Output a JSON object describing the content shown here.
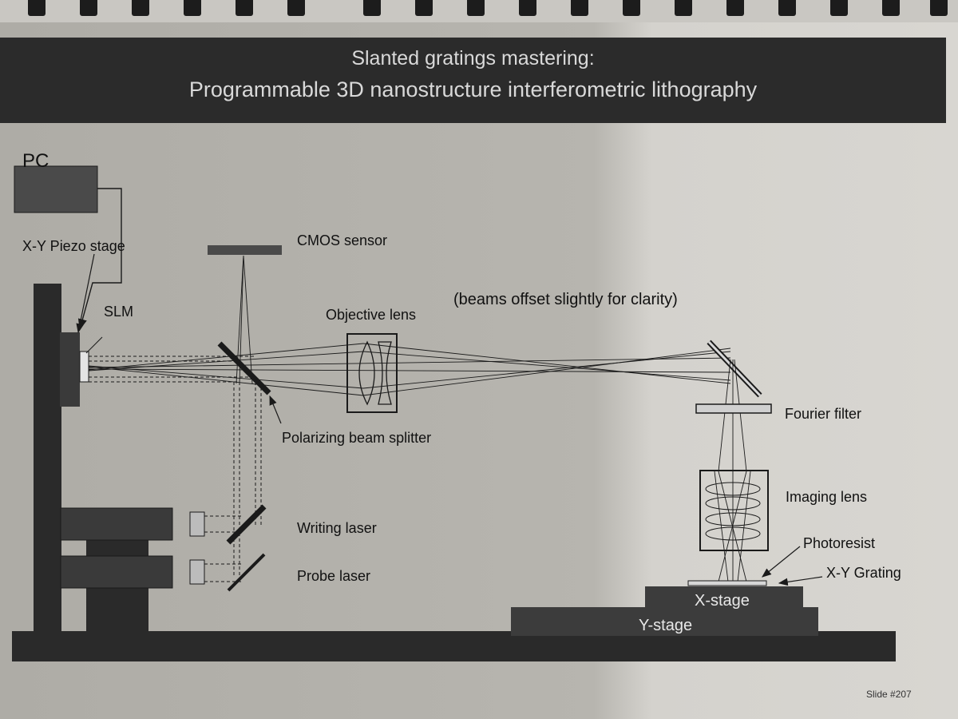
{
  "title": {
    "line1": "Slanted gratings mastering:",
    "line2": "Programmable 3D nanostructure interferometric lithography"
  },
  "labels": {
    "pc": "PC",
    "xy_piezo_stage": "X-Y Piezo stage",
    "slm": "SLM",
    "cmos_sensor": "CMOS sensor",
    "beams_note": "(beams offset slightly for clarity)",
    "objective_lens": "Objective lens",
    "polarizing_beam_splitter": "Polarizing beam splitter",
    "fourier_filter": "Fourier filter",
    "imaging_lens": "Imaging lens",
    "photoresist": "Photoresist",
    "xy_grating": "X-Y Grating",
    "writing_laser": "Writing laser",
    "probe_laser": "Probe laser",
    "x_stage": "X-stage",
    "y_stage": "Y-stage"
  },
  "slide_number": "Slide #207",
  "colors": {
    "paper": "#b3b1ab",
    "paper_lit": "#d2d0cb",
    "title_bar": "#2b2b2b",
    "component_dark": "#2e2e2e",
    "stage": "#3c3c3c",
    "line": "#1a1a1a"
  }
}
